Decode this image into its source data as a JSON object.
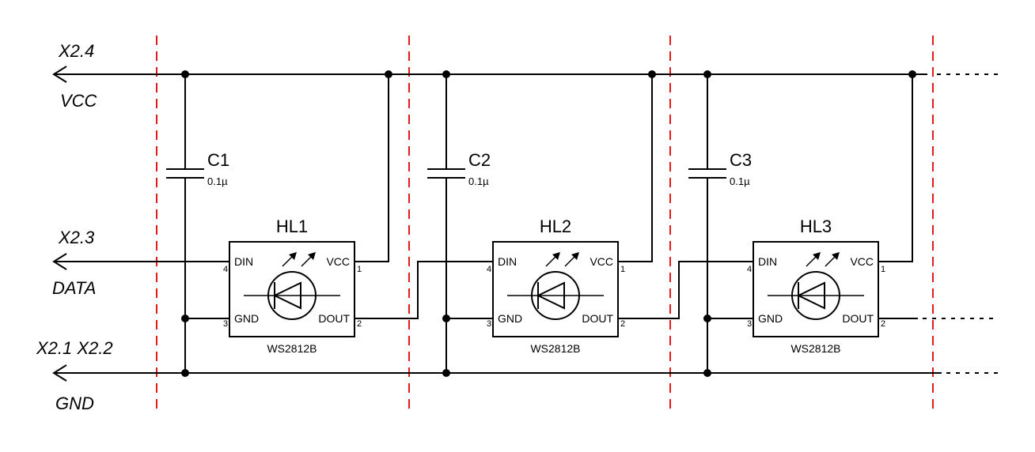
{
  "nets": {
    "vcc": {
      "connector": "X2.4",
      "name": "VCC"
    },
    "data": {
      "connector": "X2.3",
      "name": "DATA"
    },
    "gnd": {
      "connector": "X2.1 X2.2",
      "name": "GND"
    }
  },
  "capacitors": [
    {
      "ref": "C1",
      "value": "0.1µ"
    },
    {
      "ref": "C2",
      "value": "0.1µ"
    },
    {
      "ref": "C3",
      "value": "0.1µ"
    }
  ],
  "leds": [
    {
      "ref": "HL1",
      "part": "WS2812B"
    },
    {
      "ref": "HL2",
      "part": "WS2812B"
    },
    {
      "ref": "HL3",
      "part": "WS2812B"
    }
  ],
  "pins": {
    "din": "DIN",
    "vcc": "VCC",
    "gnd": "GND",
    "dout": "DOUT",
    "din_num": "4",
    "vcc_num": "1",
    "gnd_num": "3",
    "dout_num": "2"
  },
  "colors": {
    "wire": "#000000",
    "section_divider": "#e31b1b"
  }
}
